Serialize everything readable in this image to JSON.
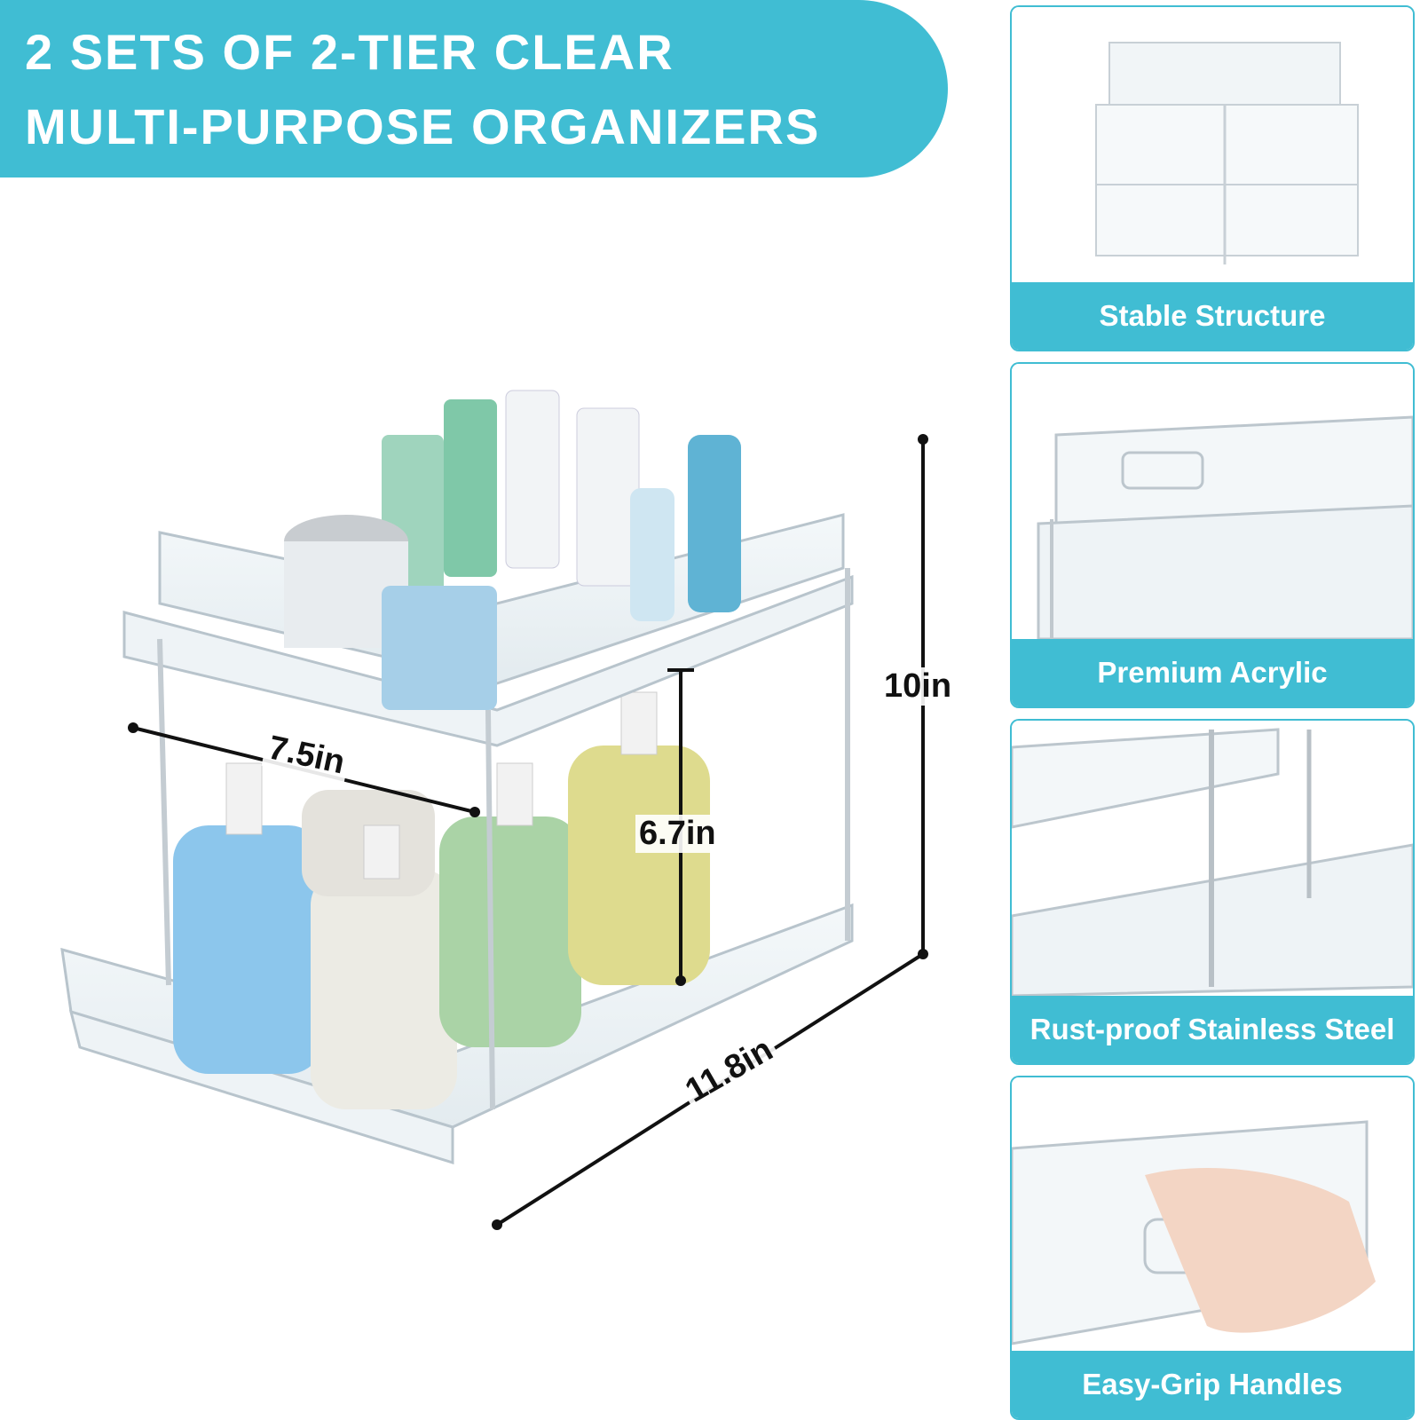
{
  "header": {
    "line1": "2 SETS OF 2-TIER CLEAR",
    "line2": "MULTI-PURPOSE ORGANIZERS"
  },
  "dimensions": {
    "depth": "7.5in",
    "inner_height": "6.7in",
    "total_height": "10in",
    "width": "11.8in"
  },
  "features": [
    {
      "label": "Stable Structure"
    },
    {
      "label": "Premium Acrylic"
    },
    {
      "label": "Rust-proof Stainless Steel"
    },
    {
      "label": "Easy-Grip Handles"
    }
  ],
  "colors": {
    "accent": "#40bdd3",
    "text_light": "#ffffff",
    "text_dark": "#111111"
  }
}
